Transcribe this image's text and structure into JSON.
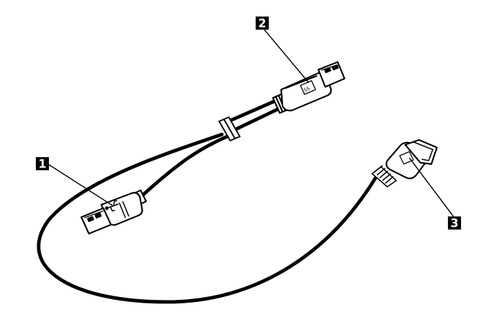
{
  "callouts": [
    {
      "number": "1",
      "part": "usb-a-plug-secondary"
    },
    {
      "number": "2",
      "part": "usb-a-plug-primary"
    },
    {
      "number": "3",
      "part": "usb-a-receptacle"
    }
  ],
  "colors": {
    "cable": "#000000",
    "connector_outline": "#000000",
    "connector_fill": "#ffffff",
    "callout_box": "#000000",
    "callout_text": "#ffffff"
  },
  "icons": {
    "usb_symbol": "usb-trident-icon",
    "superspeed_symbol": "superspeed-usb-icon"
  }
}
